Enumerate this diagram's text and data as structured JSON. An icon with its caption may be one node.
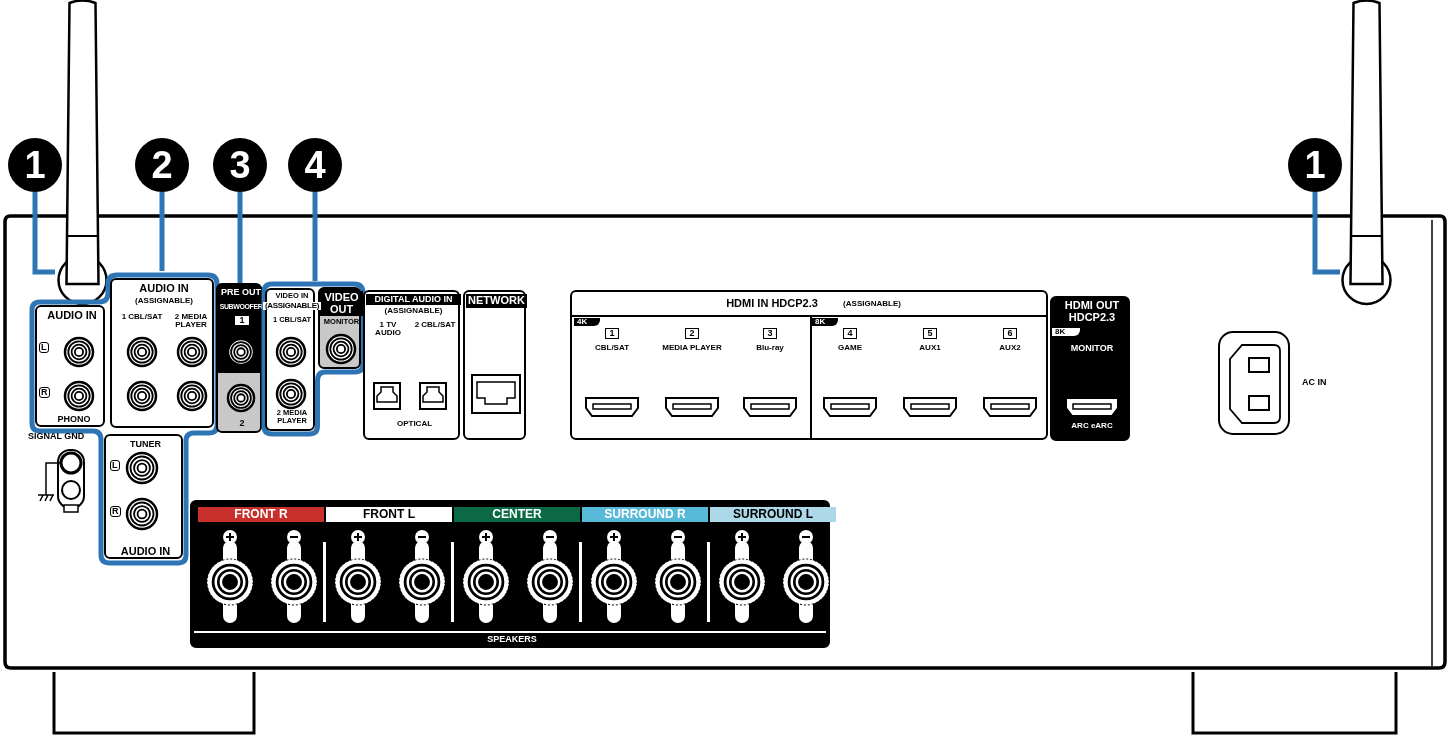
{
  "diagram": {
    "nodes": [
      {
        "text": [
          "1"
        ]
      },
      {
        "text": [
          "2"
        ]
      },
      {
        "text": [
          "3"
        ]
      },
      {
        "text": [
          "4"
        ]
      },
      {
        "text": [
          "1"
        ]
      },
      {
        "text": [],
        "shape": "picture"
      },
      {
        "text": [],
        "shape": "picture"
      },
      {
        "text": [],
        "shape": "box"
      },
      {
        "text": [
          "AUDIO IN",
          "PHONO"
        ],
        "in": 7
      },
      {
        "text": [
          "AUDIO IN",
          "(ASSIGNABLE)",
          "1 CBL/SAT",
          "2 MEDIA PLAYER"
        ],
        "in": 7
      },
      {
        "text": [
          "TUNER",
          "AUDIO IN"
        ],
        "in": 7
      },
      {
        "text": [
          "PRE OUT",
          "SUBWOOFER",
          "1",
          "2"
        ]
      },
      {
        "text": [],
        "shape": "box"
      },
      {
        "text": [
          "VIDEO IN",
          "(ASSIGNABLE)",
          "1 CBL/SAT",
          "2 MEDIA PLAYER"
        ],
        "in": 12
      },
      {
        "text": [
          "VIDEO OUT",
          "MONITOR"
        ],
        "in": 12
      },
      {
        "text": [
          "DIGITAL AUDIO IN",
          "(ASSIGNABLE)",
          "1 TV AUDIO",
          "2 CBL/SAT",
          "OPTICAL"
        ]
      },
      {
        "text": [
          "NETWORK"
        ]
      },
      {
        "text": [
          "HDMI IN HDCP2.3",
          "(ASSIGNABLE)",
          "4K",
          "1",
          "CBL/SAT",
          "2",
          "MEDIA PLAYER",
          "3",
          "Blu-ray",
          "8K",
          "4",
          "GAME",
          "5",
          "AUX1",
          "6",
          "AUX2"
        ]
      },
      {
        "text": [
          "HDMI OUT HDCP2.3",
          "8K",
          "MONITOR",
          "ARC eARC"
        ]
      },
      {
        "text": [
          "FRONT R",
          "FRONT L",
          "CENTER",
          "SURROUND R",
          "SURROUND L",
          "SPEAKERS"
        ]
      }
    ],
    "edges": [
      {
        "from": 0,
        "to": 5,
        "arrow": "none"
      },
      {
        "from": 1,
        "to": 7,
        "arrow": "none"
      },
      {
        "from": 2,
        "to": 11,
        "arrow": "none"
      },
      {
        "from": 3,
        "to": 12,
        "arrow": "none"
      },
      {
        "from": 4,
        "to": 6,
        "arrow": "none"
      }
    ],
    "labels": [
      "L",
      "R",
      "SIGNAL GND",
      "L",
      "R",
      "AC IN"
    ]
  }
}
